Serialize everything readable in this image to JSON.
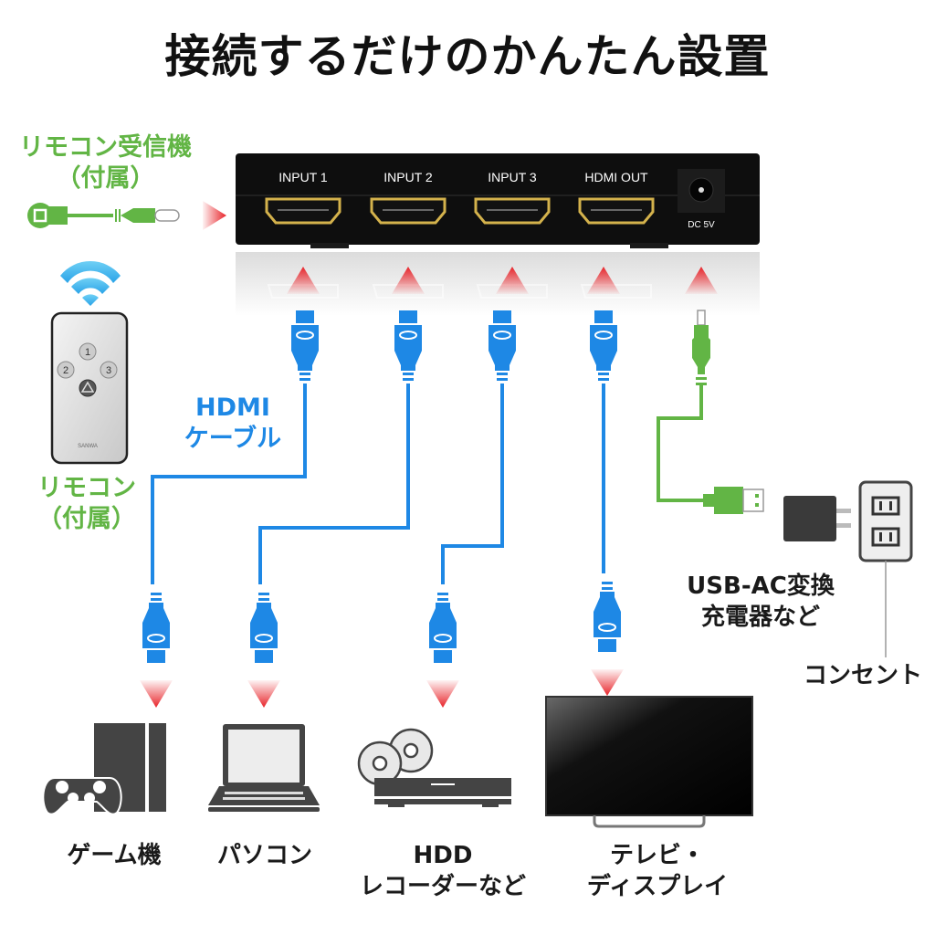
{
  "title": "接続するだけのかんたん設置",
  "receiver": {
    "line1": "リモコン受信機",
    "line2": "（付属）"
  },
  "remote": {
    "line1": "リモコン",
    "line2": "（付属）",
    "buttons": [
      "1",
      "2",
      "3"
    ],
    "brand": "SANWA"
  },
  "switcher": {
    "ports": [
      "INPUT 1",
      "INPUT 2",
      "INPUT 3",
      "HDMI OUT"
    ],
    "power_label": "DC 5V"
  },
  "cable_label": {
    "line1": "HDMI",
    "line2": "ケーブル"
  },
  "charger_label": {
    "line1": "USB-AC変換",
    "line2": "充電器など"
  },
  "outlet_label": "コンセント",
  "devices": [
    {
      "name": "game",
      "line1": "ゲーム機",
      "line2": ""
    },
    {
      "name": "pc",
      "line1": "パソコン",
      "line2": ""
    },
    {
      "name": "hdd",
      "line1": "HDD",
      "line2": "レコーダーなど"
    },
    {
      "name": "tv",
      "line1": "テレビ・",
      "line2": "ディスプレイ"
    }
  ],
  "colors": {
    "hdmi": "#1e88e5",
    "usb": "#62b545",
    "arrow": "#e8242a",
    "icon": "#444444"
  }
}
